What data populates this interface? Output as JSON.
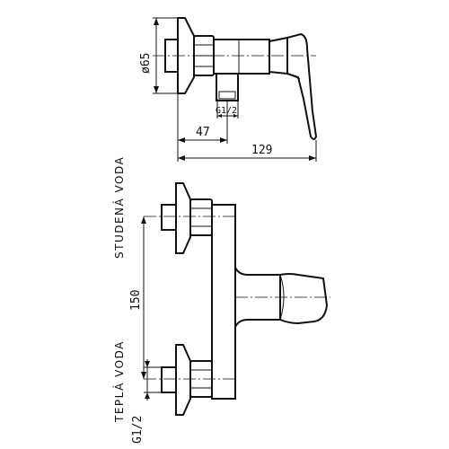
{
  "top_view": {
    "dim_diameter": "ø65",
    "dim_thread": "G1/2",
    "dim_offset": "47",
    "dim_overall": "129"
  },
  "side_view": {
    "label_cold": "STUDENÁ VODA",
    "label_hot": "TEPLÁ VODA",
    "dim_spacing": "150",
    "dim_thread": "G1/2"
  }
}
